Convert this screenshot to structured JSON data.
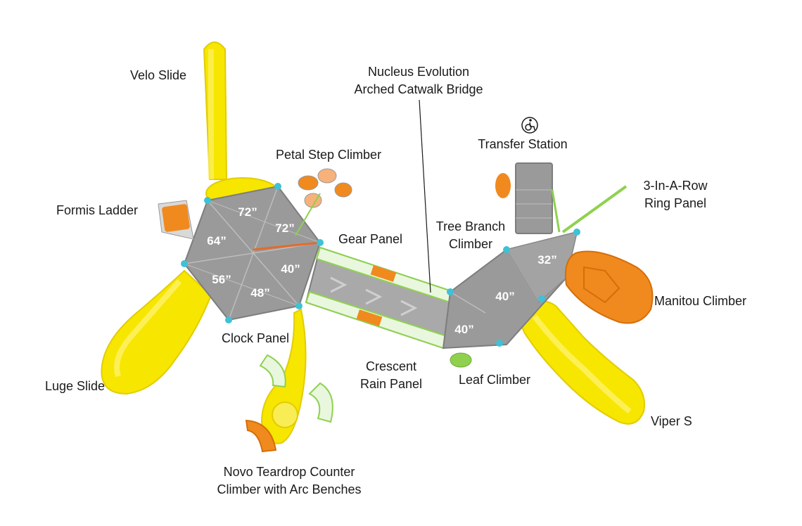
{
  "labels": {
    "velo_slide": "Velo Slide",
    "nucleus_1": "Nucleus Evolution",
    "nucleus_2": "Arched Catwalk Bridge",
    "transfer_station": "Transfer Station",
    "petal_step": "Petal Step Climber",
    "formis_ladder": "Formis Ladder",
    "ring_panel_1": "3-In-A-Row",
    "ring_panel_2": "Ring Panel",
    "gear_panel": "Gear Panel",
    "tree_branch_1": "Tree Branch",
    "tree_branch_2": "Climber",
    "manitou": "Manitou Climber",
    "clock_panel": "Clock Panel",
    "crescent_1": "Crescent",
    "crescent_2": "Rain Panel",
    "leaf_climber": "Leaf Climber",
    "luge_slide": "Luge Slide",
    "viper": "Viper S",
    "novo_1": "Novo Teardrop Counter",
    "novo_2": "Climber with Arc Benches"
  },
  "deck_heights": {
    "h72a": "72”",
    "h72b": "72”",
    "h64": "64”",
    "h40a": "40”",
    "h56": "56”",
    "h48": "48”",
    "h32": "32”",
    "h40b": "40”",
    "h40c": "40”"
  },
  "colors": {
    "slide_yellow": "#f7e600",
    "deck_gray": "#9a9a9a",
    "accent_orange": "#f08a1e",
    "accent_green": "#8fd14f",
    "post_teal": "#3fc1d6"
  },
  "icons": {
    "accessibility": "wheelchair-icon"
  }
}
